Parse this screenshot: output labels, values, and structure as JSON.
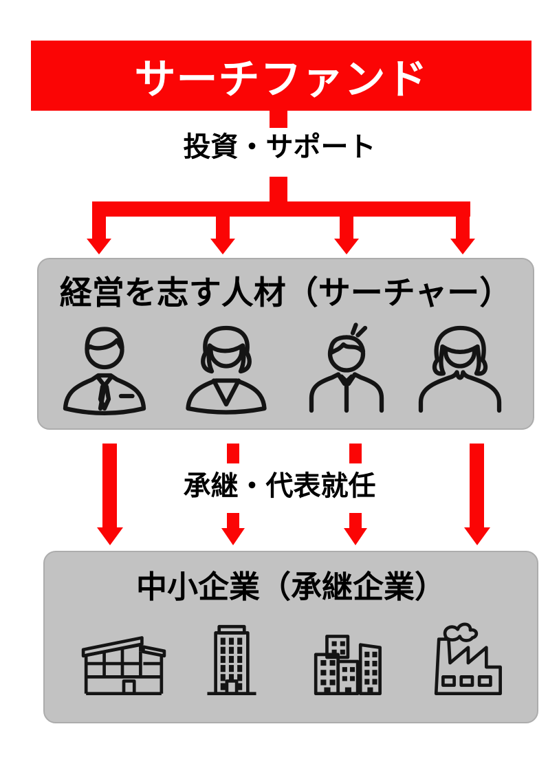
{
  "colors": {
    "accent_red": "#fb0505",
    "box_gray": "#c2c2c2",
    "box_border": "#acacac",
    "icon_ink": "#141414"
  },
  "banner": {
    "title": "サーチファンド"
  },
  "flow": {
    "top_label": "投資・サポート",
    "middle_label": "承継・代表就任",
    "top_arrow_count": 4,
    "middle_arrow_count": 4
  },
  "searchers_box": {
    "title": "経営を志す人材（サーチャー）",
    "icons": [
      {
        "name": "businessman-suit-icon"
      },
      {
        "name": "businesswoman-bob-icon"
      },
      {
        "name": "young-man-shirt-icon"
      },
      {
        "name": "woman-long-hair-icon"
      }
    ]
  },
  "companies_box": {
    "title": "中小企業（承継企業）",
    "icons": [
      {
        "name": "warehouse-building-icon"
      },
      {
        "name": "office-tower-icon"
      },
      {
        "name": "building-cluster-icon"
      },
      {
        "name": "factory-icon"
      }
    ]
  }
}
